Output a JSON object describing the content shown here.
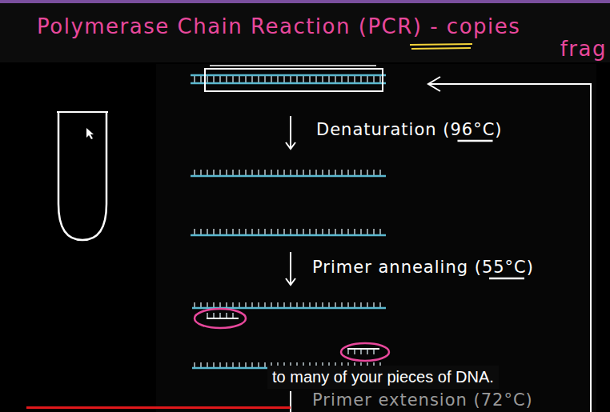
{
  "diagram": {
    "title": "Polymerase Chain Reaction (PCR) - copies",
    "labels": [
      "frag",
      "Denaturation (96°C)",
      "Primer annealing (55°C)",
      "to many of your pieces of DNA.",
      "Primer extension (72°C)"
    ]
  }
}
